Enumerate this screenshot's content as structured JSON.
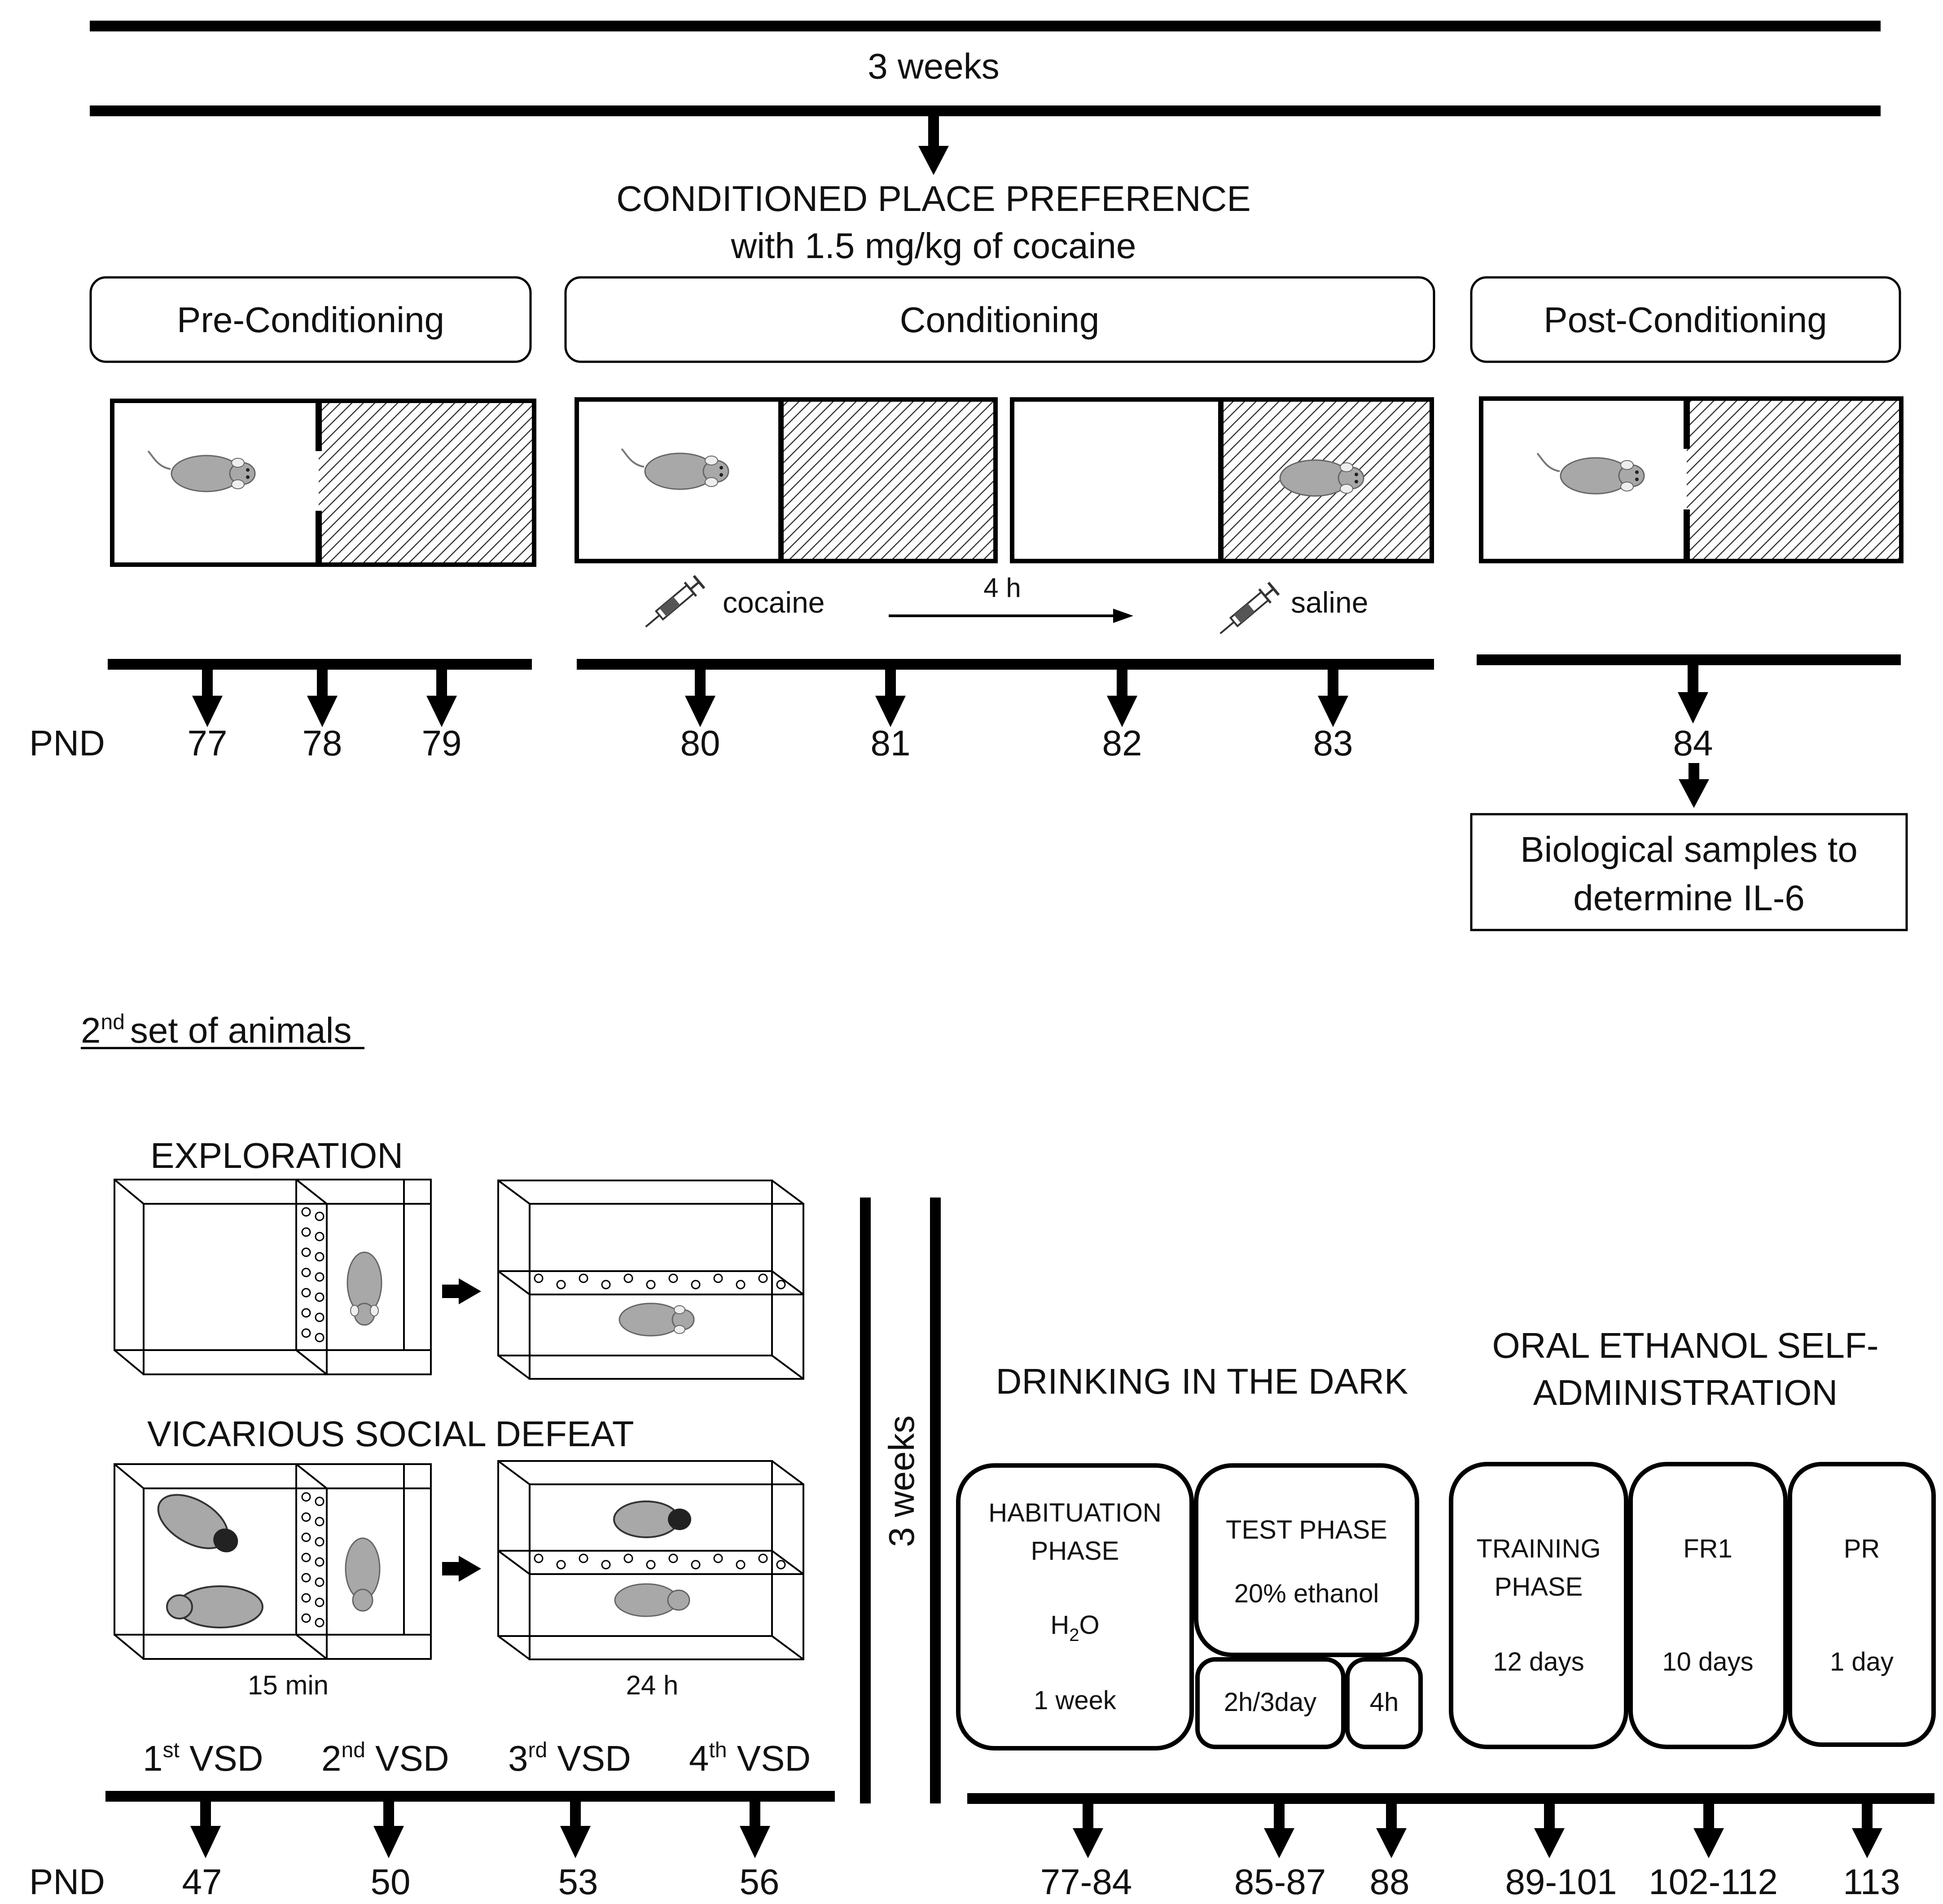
{
  "top_bar": {
    "label": "3 weeks"
  },
  "cpp": {
    "title_line1": "CONDITIONED PLACE PREFERENCE",
    "title_line2": "with 1.5 mg/kg of cocaine",
    "phases": [
      "Pre-Conditioning",
      "Conditioning",
      "Post-Conditioning"
    ],
    "cocaine_label": "cocaine",
    "interval_label": "4 h",
    "saline_label": "saline",
    "pnd_label": "PND",
    "days": [
      "77",
      "78",
      "79",
      "80",
      "81",
      "82",
      "83",
      "84"
    ],
    "outcome_line1": "Biological samples to",
    "outcome_line2": "determine IL-6"
  },
  "second_set": {
    "heading_main": "set of animals",
    "heading_num": "2",
    "heading_sup": "nd",
    "exploration_label": "EXPLORATION",
    "vsd_label": "VICARIOUS SOCIAL DEFEAT",
    "duration_15": "15 min",
    "duration_24": "24 h",
    "vsd_sessions": [
      {
        "num": "1",
        "sup": "st",
        "text": " VSD"
      },
      {
        "num": "2",
        "sup": "nd",
        "text": " VSD"
      },
      {
        "num": "3",
        "sup": "rd",
        "text": " VSD"
      },
      {
        "num": "4",
        "sup": "th",
        "text": " VSD"
      }
    ],
    "pnd_label": "PND",
    "vsd_days": [
      "47",
      "50",
      "53",
      "56"
    ],
    "gap_label": "3 weeks",
    "did_title": "DRINKING IN THE DARK",
    "oesa_line1": "ORAL ETHANOL SELF-",
    "oesa_line2": "ADMINISTRATION",
    "habituation_line1": "HABITUATION",
    "habituation_line2": "PHASE",
    "water_main": "H",
    "water_sub": "2",
    "water_tail": "O",
    "habituation_duration": "1 week",
    "test_line1": "TEST PHASE",
    "test_line2": "20% ethanol",
    "test_sub1": "2h/3day",
    "test_sub2": "4h",
    "training_line1": "TRAINING",
    "training_line2": "PHASE",
    "training_duration": "12 days",
    "fr1_label": "FR1",
    "fr1_duration": "10 days",
    "pr_label": "PR",
    "pr_duration": "1 day",
    "later_days": [
      "77-84",
      "85-87",
      "88",
      "89-101",
      "102-112",
      "113"
    ]
  }
}
